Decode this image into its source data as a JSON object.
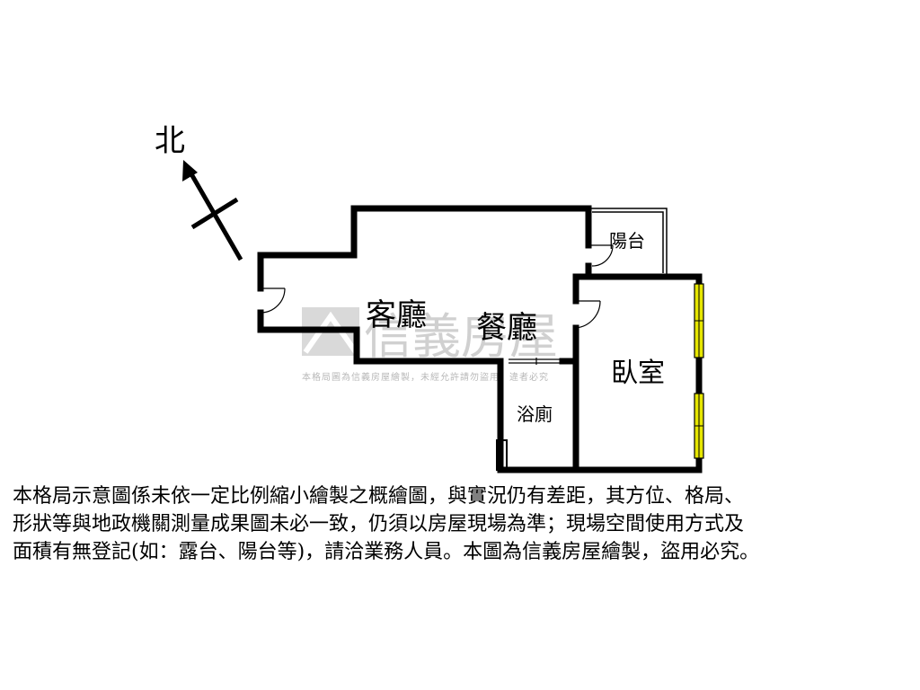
{
  "compass": {
    "label": "北"
  },
  "rooms": {
    "living": "客廳",
    "dining": "餐廳",
    "balcony": "陽台",
    "bedroom": "臥室",
    "bathroom": "浴廁"
  },
  "watermark": {
    "logo_text": "信義房屋",
    "notice": "本格局圖為信義房屋繪製，未經允許請勿盜用，違者必究"
  },
  "disclaimer": {
    "lines": [
      "本格局示意圖係未依一定比例縮小繪製之概繪圖，與實況仍有差距，其方位、格局、",
      "形狀等與地政機關測量成果圖未必一致，仍須以房屋現場為準；現場空間使用方式及",
      "面積有無登記(如：露台、陽台等)，請洽業務人員。本圖為信義房屋繪製，盜用必究。"
    ]
  },
  "colors": {
    "wall": "#000000",
    "window": "#e6e600",
    "watermark": "#c8c8c8"
  }
}
